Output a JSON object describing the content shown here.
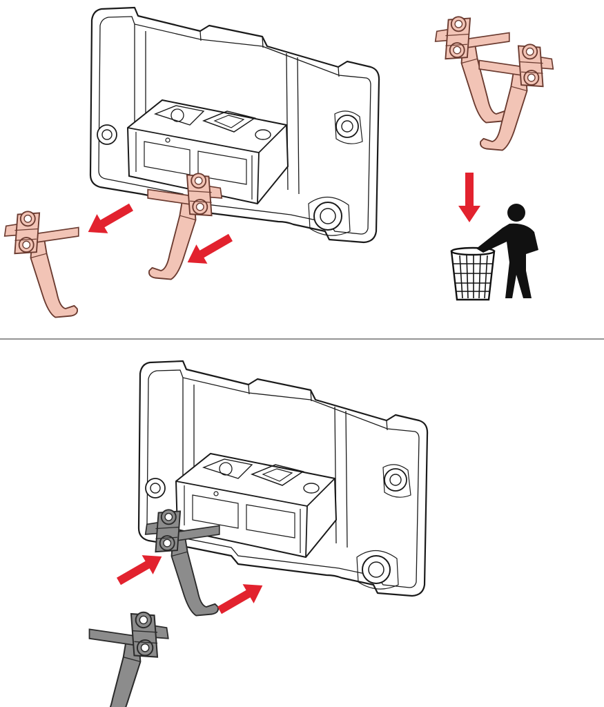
{
  "diagram": {
    "steps": [
      {
        "id": "remove-old-hooks",
        "action": "remove"
      },
      {
        "id": "discard-old-hooks",
        "action": "discard"
      },
      {
        "id": "install-new-hooks",
        "action": "insert"
      }
    ],
    "colors": {
      "outline": "#1a1a1a",
      "plate_fill": "#ffffff",
      "old_part_fill": "#f2c4b6",
      "old_part_stroke": "#6b3b30",
      "new_part_fill": "#8c8c8c",
      "new_part_stroke": "#2a2a2a",
      "arrow": "#e2222e",
      "figure": "#111111",
      "divider": "#555555"
    },
    "icons": [
      "trash-bin-icon",
      "person-discarding-icon"
    ]
  }
}
